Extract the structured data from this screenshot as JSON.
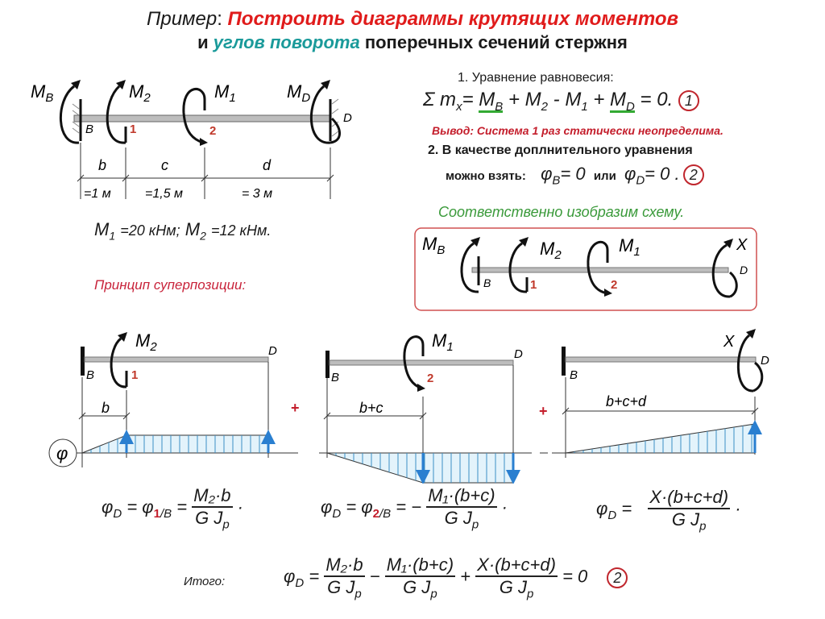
{
  "title": {
    "lead": "Пример",
    "colon": ":",
    "red_part": "Построить диаграммы крутящих моментов",
    "line2_and": "и",
    "line2_teal": "углов поворота",
    "line2_rest": "поперечных сечений стержня"
  },
  "beam_main": {
    "moment_labels": [
      "M",
      "M",
      "M",
      "M"
    ],
    "moment_subs": [
      "B",
      "2",
      "1",
      "D"
    ],
    "point_labels": [
      "B",
      "1",
      "2",
      "D"
    ],
    "segments": [
      {
        "name": "b",
        "length": "=1 м"
      },
      {
        "name": "c",
        "length": "=1,5 м"
      },
      {
        "name": "d",
        "length": "=  3 м"
      }
    ]
  },
  "given": {
    "m1_label": "M",
    "m1_sub": "1",
    "m1_value": "=20 кНм;",
    "m2_label": "M",
    "m2_sub": "2",
    "m2_value": "=12 кНм."
  },
  "superposition_label": "Принцип суперпозиции:",
  "equilibrium": {
    "heading": "1. Уравнение равновесия:",
    "sum": "Σ m",
    "sum_sub": "x",
    "eq": "= ",
    "terms": [
      {
        "sym": "M",
        "sub": "B",
        "op": "+"
      },
      {
        "sym": "M",
        "sub": "2",
        "op": "-"
      },
      {
        "sym": "M",
        "sub": "1",
        "op": "+"
      },
      {
        "sym": "M",
        "sub": "D",
        "op": "= 0."
      }
    ],
    "badge": "1",
    "conclusion": "Вывод: Система 1 раз статически неопределима."
  },
  "additional": {
    "heading": "2. В качестве доплнительного уравнения",
    "prefix": "можно взять:",
    "phi": "φ",
    "phi_b_sub": "B",
    "eq_zero": "= 0",
    "or": "или",
    "phi_d_sub": "D",
    "eq_zero_end": "= 0 .",
    "badge": "2",
    "scheme_note": "Соответственно изобразим схему."
  },
  "scheme_box": {
    "moment_labels": [
      "M",
      "M",
      "M",
      "X"
    ],
    "moment_subs": [
      "B",
      "2",
      "1",
      ""
    ],
    "point_labels": [
      "B",
      "1",
      "2",
      "D"
    ]
  },
  "panels": [
    {
      "moment": "M",
      "moment_sub": "2",
      "point": "1",
      "start": "B",
      "end": "D",
      "dim": "b",
      "formula": {
        "lhs": "φ",
        "lhs_sub": "D",
        "mid": "φ",
        "mid_sub": "1",
        "mid_slash": "/B",
        "sign": "",
        "num": "M₂·b",
        "den": "G J",
        "den_sub": "p"
      }
    },
    {
      "moment": "M",
      "moment_sub": "1",
      "point": "2",
      "start": "B",
      "end": "D",
      "dim": "b+c",
      "formula": {
        "lhs": "φ",
        "lhs_sub": "D",
        "mid": "φ",
        "mid_sub": "2",
        "mid_slash": "/B",
        "sign": "−",
        "num": "M₁·(b+c)",
        "den": "G J",
        "den_sub": "p"
      }
    },
    {
      "moment": "X",
      "moment_sub": "",
      "point": "",
      "start": "B",
      "end": "D",
      "dim": "b+c+d",
      "formula": {
        "lhs": "φ",
        "lhs_sub": "D",
        "num": "X·(b+c+d)",
        "den": "G J",
        "den_sub": "p"
      }
    }
  ],
  "phi_symbol": "φ",
  "plus_signs": [
    "+",
    "+"
  ],
  "total": {
    "label": "Итого:",
    "lhs": "φ",
    "lhs_sub": "D",
    "terms": [
      {
        "op": "=",
        "num": "M₂·b",
        "den": "G J",
        "den_sub": "p"
      },
      {
        "op": "−",
        "num": "M₁·(b+c)",
        "den": "G J",
        "den_sub": "p"
      },
      {
        "op": "+",
        "num": "X·(b+c+d)",
        "den": "G J",
        "den_sub": "p"
      }
    ],
    "end": "= 0",
    "badge": "2"
  },
  "colors": {
    "red": "#e01b1b",
    "teal": "#1a9a9a",
    "green": "#3a9a3a",
    "beam": "#bdbdbd",
    "diagram_fill": "#e3f3fb",
    "diagram_hatch": "#3b8fc4",
    "arrow_blue": "#2a7fd0",
    "box_border": "#d05050"
  }
}
